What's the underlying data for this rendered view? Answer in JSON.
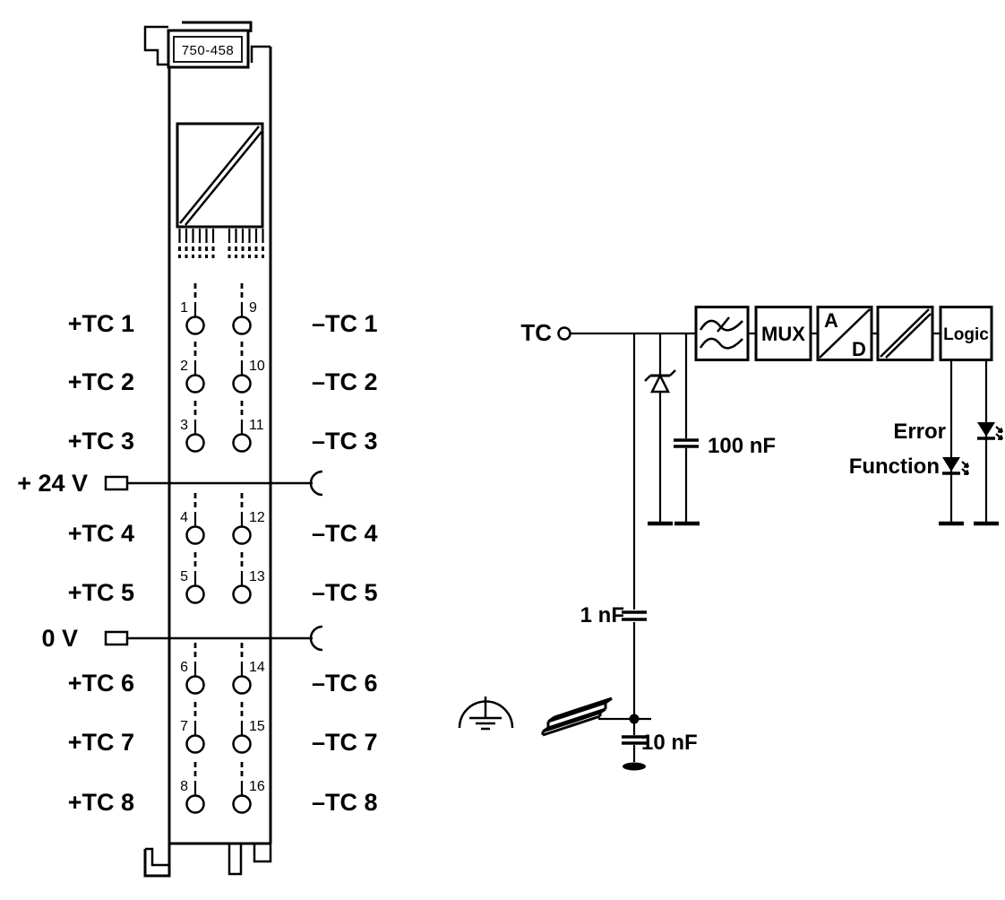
{
  "colors": {
    "ink": "#000000",
    "background": "#ffffff"
  },
  "module": {
    "part_number": "750-458",
    "power": {
      "plus_24v": "+ 24 V",
      "zero_v": "0 V"
    },
    "channels": [
      {
        "left_label": "+TC 1",
        "right_label": "–TC 1",
        "left_pin": "1",
        "right_pin": "9"
      },
      {
        "left_label": "+TC 2",
        "right_label": "–TC 2",
        "left_pin": "2",
        "right_pin": "10"
      },
      {
        "left_label": "+TC 3",
        "right_label": "–TC 3",
        "left_pin": "3",
        "right_pin": "11"
      },
      {
        "left_label": "+TC 4",
        "right_label": "–TC 4",
        "left_pin": "4",
        "right_pin": "12"
      },
      {
        "left_label": "+TC 5",
        "right_label": "–TC 5",
        "left_pin": "5",
        "right_pin": "13"
      },
      {
        "left_label": "+TC 6",
        "right_label": "–TC 6",
        "left_pin": "6",
        "right_pin": "14"
      },
      {
        "left_label": "+TC 7",
        "right_label": "–TC 7",
        "left_pin": "7",
        "right_pin": "15"
      },
      {
        "left_label": "+TC 8",
        "right_label": "–TC 8",
        "left_pin": "8",
        "right_pin": "16"
      }
    ]
  },
  "circuit": {
    "input_label": "TC",
    "blocks": {
      "mux": "MUX",
      "adc_a": "A",
      "adc_d": "D",
      "logic": "Logic"
    },
    "capacitors": {
      "input_filter": "100 nF",
      "shield": "1 nF",
      "rail": "10 nF"
    },
    "leds": {
      "error": "Error",
      "function": "Function"
    }
  }
}
